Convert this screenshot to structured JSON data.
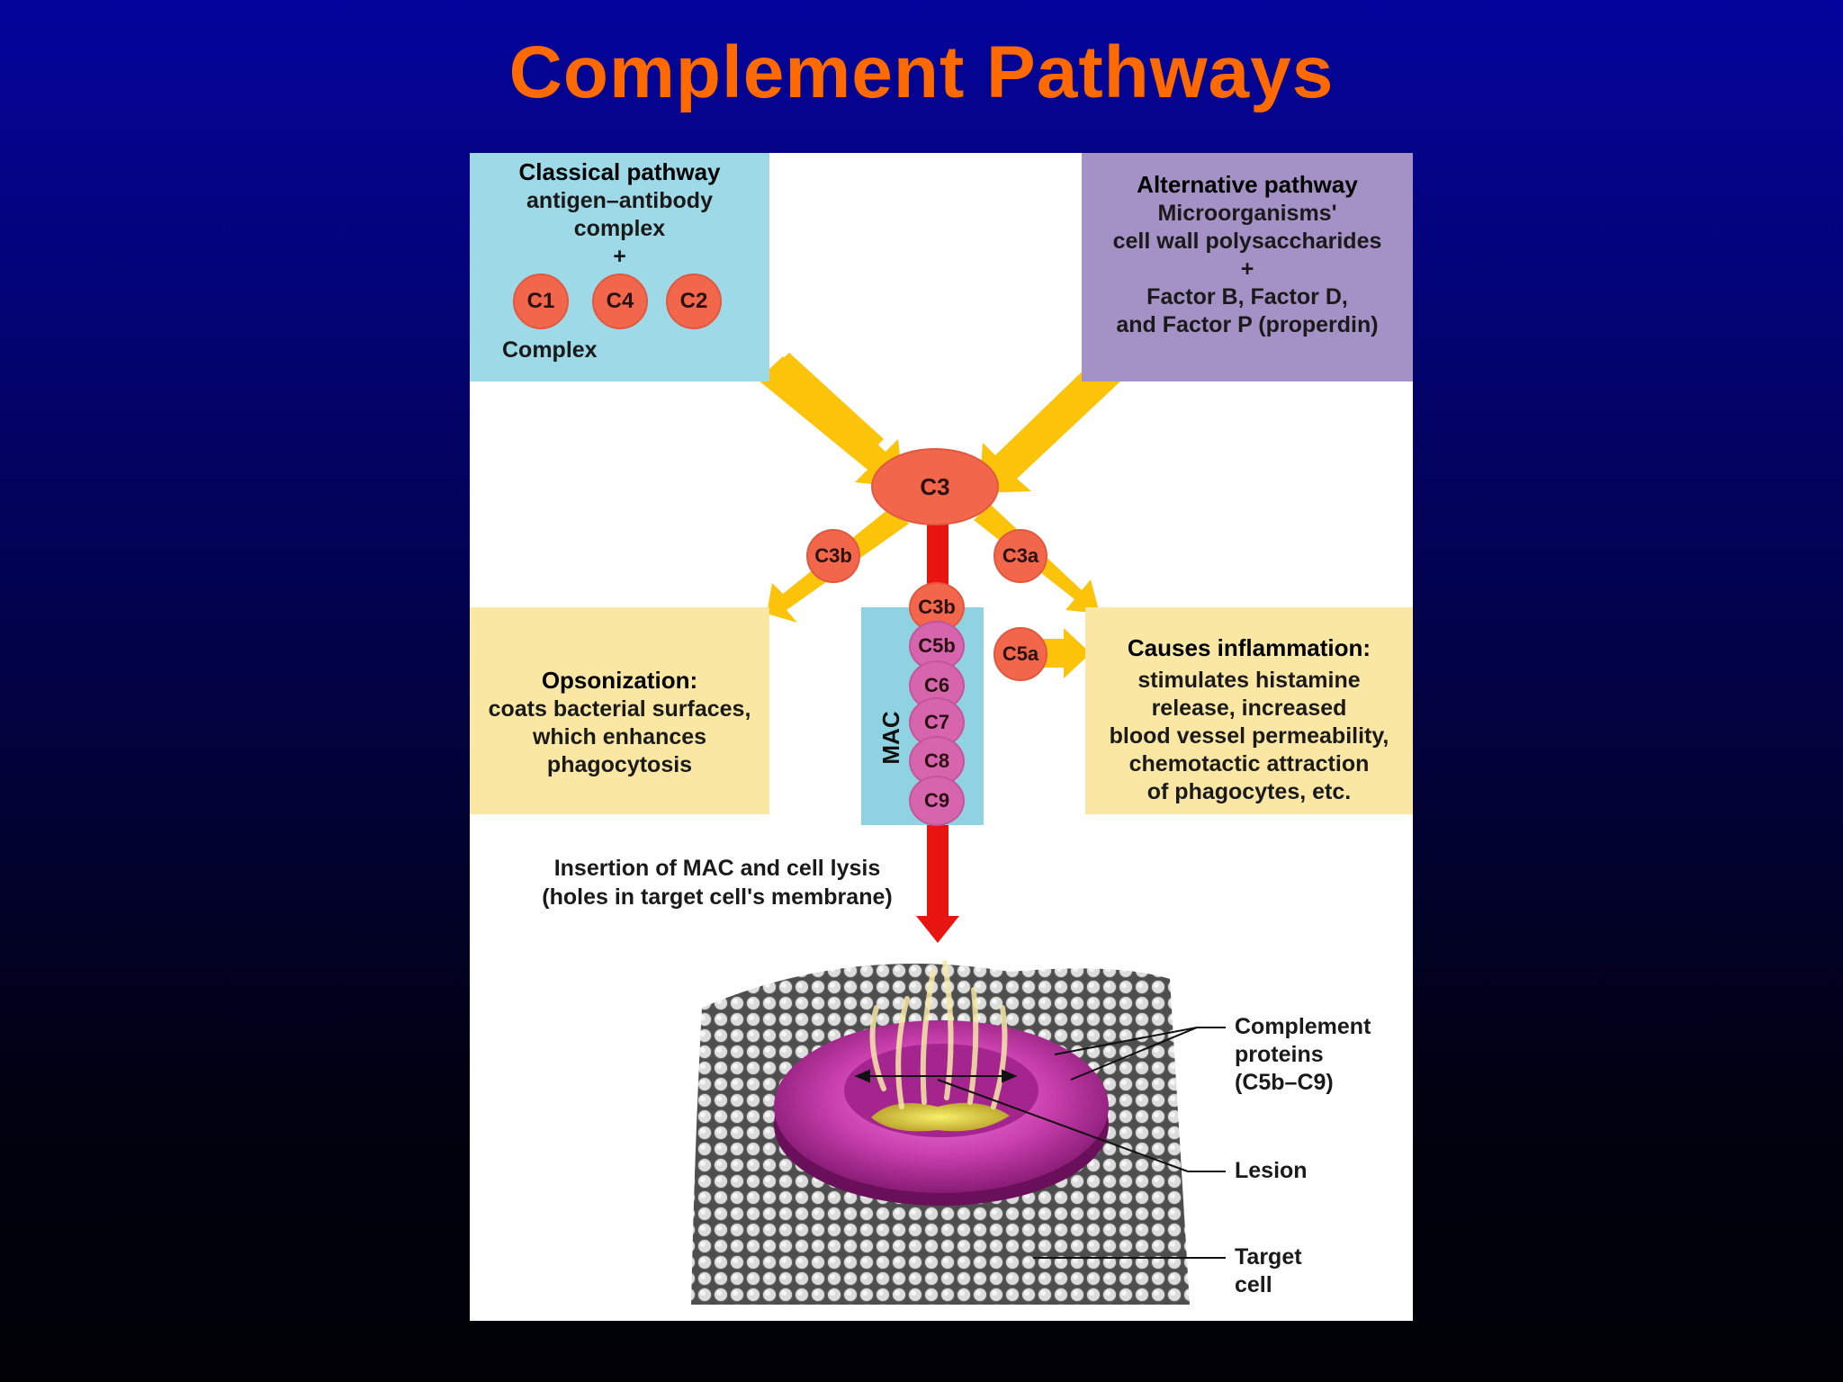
{
  "slide": {
    "title": "Complement Pathways"
  },
  "classical": {
    "heading": "Classical pathway",
    "line1": "antigen–antibody",
    "line2": "complex",
    "plus": "+",
    "proteins": [
      "C1",
      "C4",
      "C2"
    ],
    "complex_label": "Complex"
  },
  "alternative": {
    "heading": "Alternative pathway",
    "line1": "Microorganisms'",
    "line2": "cell wall polysaccharides",
    "plus": "+",
    "line3": "Factor B, Factor D,",
    "line4": "and Factor P (properdin)"
  },
  "center": {
    "c3": "C3",
    "c3b": "C3b",
    "c3a": "C3a",
    "c5a": "C5a"
  },
  "mac": {
    "label": "MAC",
    "components": [
      "C3b",
      "C5b",
      "C6",
      "C7",
      "C8",
      "C9"
    ]
  },
  "opsonization": {
    "heading": "Opsonization:",
    "line1": "coats bacterial surfaces,",
    "line2": "which enhances",
    "line3": "phagocytosis"
  },
  "inflammation": {
    "heading": "Causes inflammation:",
    "line1": "stimulates histamine",
    "line2": "release, increased",
    "line3": "blood vessel permeability,",
    "line4": "chemotactic attraction",
    "line5": "of phagocytes, etc."
  },
  "lysis": {
    "line1": "Insertion of MAC and cell lysis",
    "line2": "(holes in target cell's membrane)"
  },
  "callouts": {
    "complement": {
      "line1": "Complement",
      "line2": "proteins",
      "line3": "(C5b–C9)"
    },
    "lesion": "Lesion",
    "target": {
      "line1": "Target",
      "line2": "cell"
    }
  },
  "colors": {
    "title": "#ff6a00",
    "classical_box": "#9dd9e6",
    "alternative_box": "#a491c6",
    "effect_box": "#fbe7a4",
    "protein_red": "#f2674c",
    "mac_pink": "#d765ad",
    "arrow_yellow": "#fcc30b",
    "arrow_red": "#e8140f"
  }
}
